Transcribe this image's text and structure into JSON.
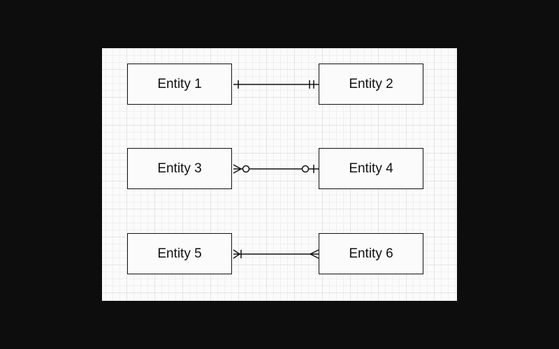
{
  "diagram": {
    "entities": [
      {
        "id": "entity-1",
        "label": "Entity 1"
      },
      {
        "id": "entity-2",
        "label": "Entity 2"
      },
      {
        "id": "entity-3",
        "label": "Entity 3"
      },
      {
        "id": "entity-4",
        "label": "Entity 4"
      },
      {
        "id": "entity-5",
        "label": "Entity 5"
      },
      {
        "id": "entity-6",
        "label": "Entity 6"
      }
    ],
    "relationships": [
      {
        "from": "Entity 1",
        "to": "Entity 2",
        "from_end": "one",
        "to_end": "one-mandatory"
      },
      {
        "from": "Entity 3",
        "to": "Entity 4",
        "from_end": "zero-or-many",
        "to_end": "zero-or-one"
      },
      {
        "from": "Entity 5",
        "to": "Entity 6",
        "from_end": "one-or-many",
        "to_end": "many"
      }
    ],
    "colors": {
      "background": "#0d0d0d",
      "canvas": "#fbfbfb",
      "grid": "#e4e4e4",
      "stroke": "#111111"
    }
  }
}
